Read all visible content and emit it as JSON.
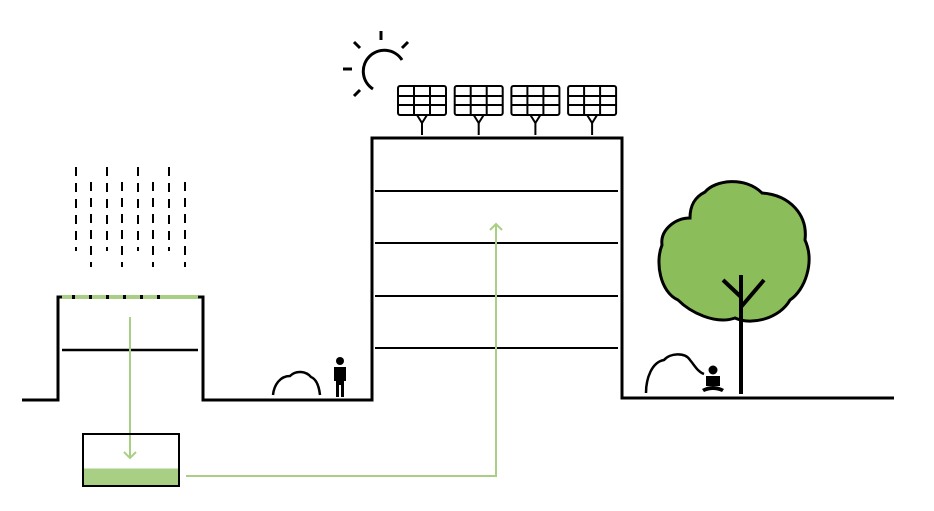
{
  "colors": {
    "stroke": "#000000",
    "water": "#a9cf84",
    "canopy": "#8bbe5a",
    "background": "#ffffff"
  },
  "tank": {
    "fill_fraction": 0.33
  },
  "solar_panels": {
    "count": 4
  },
  "tall_building": {
    "floors": 5
  }
}
